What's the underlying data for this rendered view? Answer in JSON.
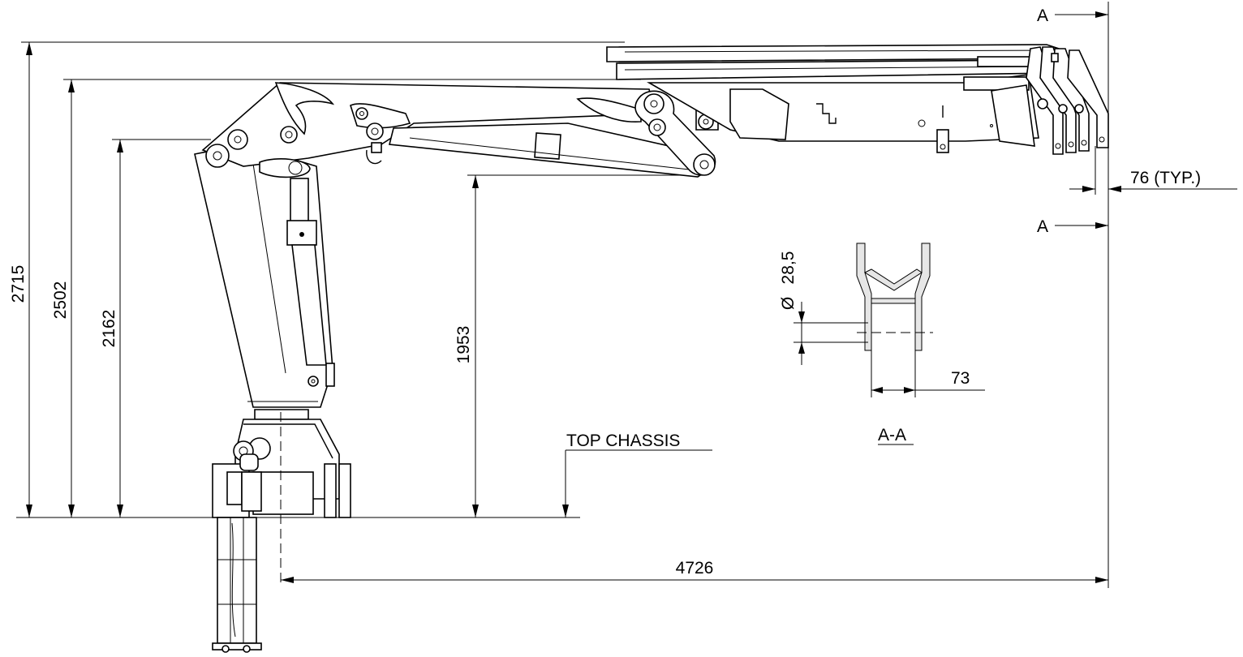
{
  "drawing": {
    "dimensions": {
      "overall_height": "2715",
      "boom_height": "2502",
      "pivot_height": "2162",
      "underside_height": "1953",
      "reach": "4726",
      "hook_spacing": "76 (TYP.)",
      "pipe_diameter": "28,5",
      "pipe_width": "73"
    },
    "labels": {
      "top_chassis": "TOP CHASSIS",
      "section_marker_top": "A",
      "section_marker_bottom": "A",
      "section_view_title": "A-A",
      "diameter_symbol": "Ø"
    }
  }
}
